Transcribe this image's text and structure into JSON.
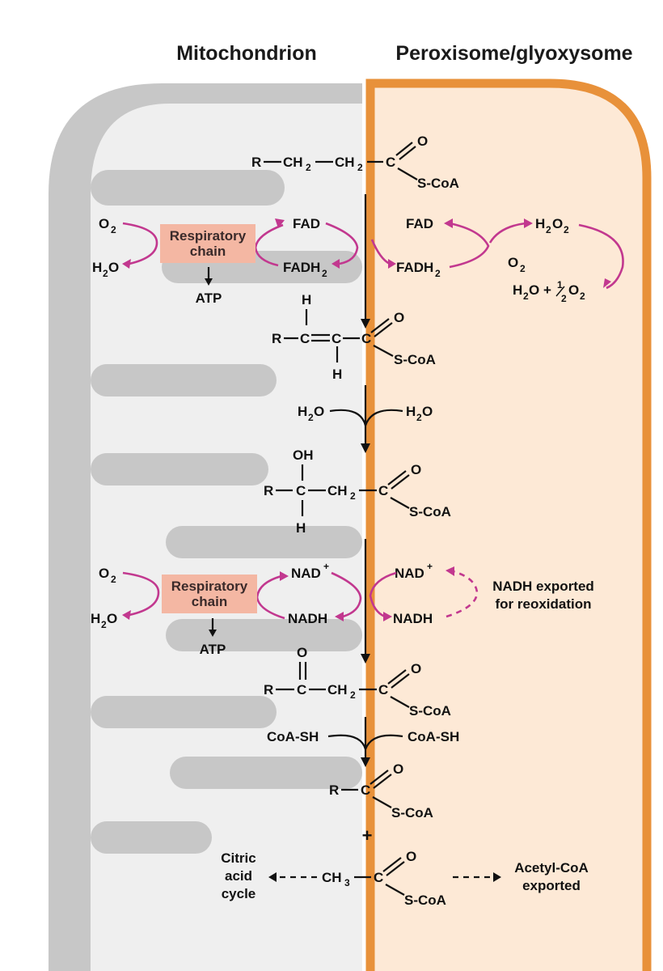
{
  "headers": {
    "left": "Mitochondrion",
    "right": "Peroxisome/glyoxysome"
  },
  "colors": {
    "mito_membrane": "#c7c7c7",
    "mito_matrix": "#efefef",
    "perox_fill": "#fde9d6",
    "perox_border": "#e8913a",
    "resp_box": "#f4b7a3",
    "magenta": "#c2388f"
  },
  "step1": {
    "fad": "FAD",
    "fadh2": "FADH",
    "fad_r": "FAD",
    "fadh2_r": "FADH",
    "o2": "O",
    "h2o": "H",
    "o2_r": "O",
    "h2o2_r": "H",
    "h2o_half_r": "H",
    "resp_line1": "Respiratory",
    "resp_line2": "chain",
    "atp": "ATP"
  },
  "step2": {
    "h2o_l": "H",
    "h2o_r": "H"
  },
  "step3": {
    "nad": "NAD",
    "nadh": "NADH",
    "nad_r": "NAD",
    "nadh_r": "NADH",
    "o2": "O",
    "h2o": "H",
    "resp_line1": "Respiratory",
    "resp_line2": "chain",
    "atp": "ATP",
    "export_line1": "NADH exported",
    "export_line2": "for reoxidation"
  },
  "step4": {
    "coash_l": "CoA-SH",
    "coash_r": "CoA-SH"
  },
  "products": {
    "plus": "+",
    "citric_1": "Citric",
    "citric_2": "acid",
    "citric_3": "cycle",
    "acetyl_1": "Acetyl-CoA",
    "acetyl_2": "exported"
  },
  "molecules": {
    "scoa": "S-CoA",
    "r": "R",
    "ch2": "CH",
    "ch3": "CH",
    "c": "C",
    "o": "O",
    "h": "H",
    "oh": "OH",
    "sub2": "2",
    "sub3": "3",
    "plus_sup": "+",
    "half_num": "1",
    "half_den": "2"
  }
}
